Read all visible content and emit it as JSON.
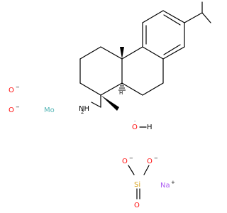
{
  "colors": {
    "oxygen": "#ff0d0d",
    "nitrogen": "#3050f8",
    "carbon": "#000000",
    "silicon": "#daa520",
    "sodium": "#ab5cf2",
    "molybdenum": "#54b5b5",
    "hydrogen": "#000000"
  },
  "organic": {
    "amine_label": "NH",
    "amine_subscript": "2",
    "stereo_h_label": "H"
  },
  "fragments": {
    "oxide1": {
      "symbol": "O",
      "charge": "−"
    },
    "oxide2": {
      "symbol": "O",
      "charge": "−"
    },
    "molybdenum": {
      "symbol": "Mo"
    },
    "hydroxide": {
      "oxygen": "O",
      "hydrogen": "H",
      "dot": "·"
    },
    "silicate": {
      "silicon": "Si",
      "oxygen_top_left": "O",
      "oxygen_top_right": "O",
      "oxygen_bottom": "O",
      "charge": "−"
    },
    "sodium": {
      "symbol": "Na",
      "charge": "+"
    }
  }
}
